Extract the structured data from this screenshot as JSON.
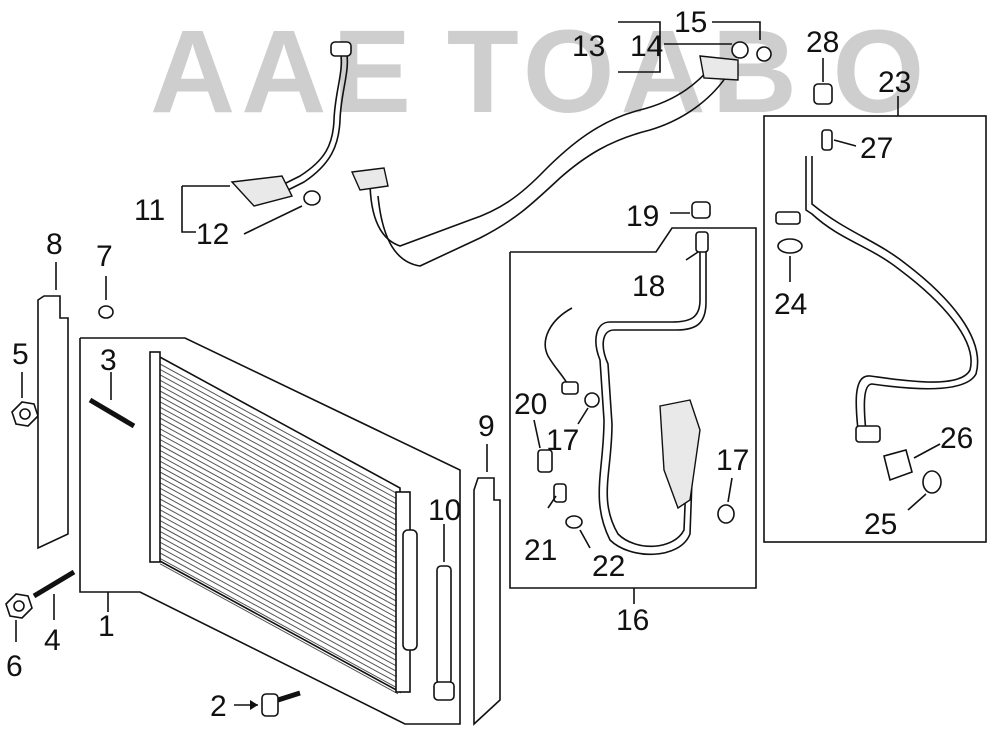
{
  "watermark": {
    "text": "AAE TOAB O",
    "color": "#c9c9c9"
  },
  "callouts": [
    {
      "key": "n1",
      "label": "1"
    },
    {
      "key": "n2",
      "label": "2"
    },
    {
      "key": "n3",
      "label": "3"
    },
    {
      "key": "n4",
      "label": "4"
    },
    {
      "key": "n5",
      "label": "5"
    },
    {
      "key": "n6",
      "label": "6"
    },
    {
      "key": "n7",
      "label": "7"
    },
    {
      "key": "n8",
      "label": "8"
    },
    {
      "key": "n9",
      "label": "9"
    },
    {
      "key": "n10",
      "label": "10"
    },
    {
      "key": "n11",
      "label": "11"
    },
    {
      "key": "n12",
      "label": "12"
    },
    {
      "key": "n13",
      "label": "13"
    },
    {
      "key": "n14",
      "label": "14"
    },
    {
      "key": "n15",
      "label": "15"
    },
    {
      "key": "n16",
      "label": "16"
    },
    {
      "key": "n17a",
      "label": "17"
    },
    {
      "key": "n17b",
      "label": "17"
    },
    {
      "key": "n18",
      "label": "18"
    },
    {
      "key": "n19",
      "label": "19"
    },
    {
      "key": "n20",
      "label": "20"
    },
    {
      "key": "n21",
      "label": "21"
    },
    {
      "key": "n22",
      "label": "22"
    },
    {
      "key": "n23",
      "label": "23"
    },
    {
      "key": "n24",
      "label": "24"
    },
    {
      "key": "n25",
      "label": "25"
    },
    {
      "key": "n26",
      "label": "26"
    },
    {
      "key": "n27",
      "label": "27"
    },
    {
      "key": "n28",
      "label": "28"
    }
  ],
  "colors": {
    "line": "#111111",
    "part_fill": "#ffffff",
    "shade": "#e9e9e9"
  }
}
